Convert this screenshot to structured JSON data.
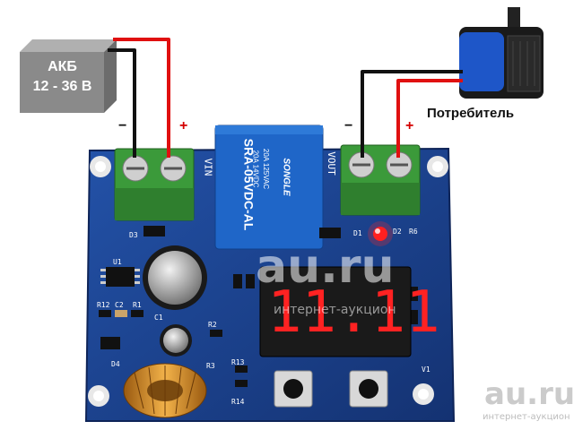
{
  "battery": {
    "line1": "АКБ",
    "line2": "12 - 36 В"
  },
  "consumer": {
    "label": "Потребитель"
  },
  "polarity": {
    "minus": "−",
    "plus": "+"
  },
  "relay": {
    "brand": "SONGLE",
    "model": "SRA-05VDC-AL",
    "rating1": "20A 14VDC",
    "rating2": "20A 125VAC"
  },
  "display": {
    "digits": [
      "1",
      "1.",
      "1",
      "1"
    ]
  },
  "board_labels": {
    "vin": "VIN",
    "vout": "VOUT",
    "d3": "D3",
    "d1": "D1",
    "d2": "D2",
    "r6": "R6",
    "u1": "U1",
    "r12": "R12",
    "c2": "C2",
    "r1": "R1",
    "c1": "C1",
    "r2": "R2",
    "d4": "D4",
    "r3": "R3",
    "r13": "R13",
    "r14": "R14",
    "v1": "V1"
  },
  "watermark": {
    "center": "au.ru",
    "center_sub": "интернет-аукцион",
    "corner": "au.ru",
    "corner_sub": "интернет-аукцион"
  },
  "colors": {
    "pcb": "#1b3f8a",
    "terminal": "#3b9a3a",
    "relay": "#1f66c8",
    "battery": "#8a8a8a",
    "wire_red": "#e01010",
    "wire_black": "#111111",
    "led_red": "#ff2020"
  }
}
